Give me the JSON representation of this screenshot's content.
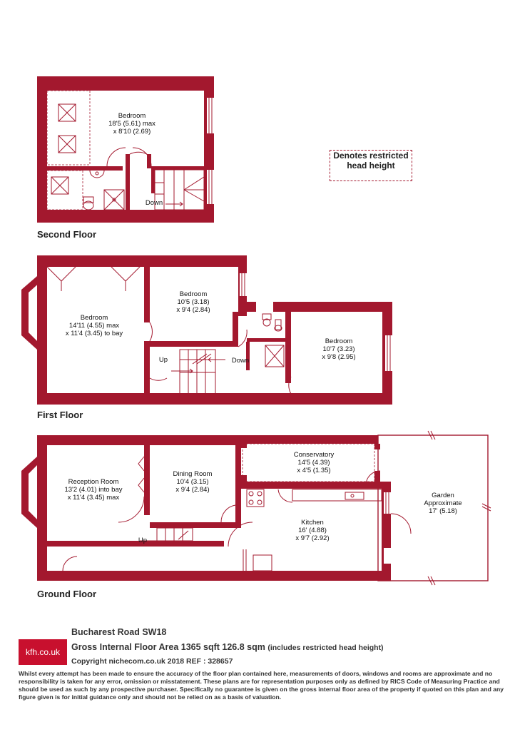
{
  "colors": {
    "wall": "#a3182e",
    "brand": "#c8102e",
    "fixture": "#a3182e"
  },
  "legend": {
    "line1": "Denotes restricted",
    "line2": "head height"
  },
  "floors": {
    "second": {
      "title": "Second Floor"
    },
    "first": {
      "title": "First Floor"
    },
    "ground": {
      "title": "Ground Floor"
    }
  },
  "rooms": {
    "second_bedroom": {
      "name": "Bedroom",
      "dim1": "18'5 (5.61) max",
      "dim2": "x 8'10 (2.69)"
    },
    "first_bedroom_front": {
      "name": "Bedroom",
      "dim1": "14'11 (4.55) max",
      "dim2": "x 11'4 (3.45) to bay"
    },
    "first_bedroom_middle": {
      "name": "Bedroom",
      "dim1": "10'5 (3.18)",
      "dim2": "x 9'4 (2.84)"
    },
    "first_bedroom_rear": {
      "name": "Bedroom",
      "dim1": "10'7 (3.23)",
      "dim2": "x 9'8 (2.95)"
    },
    "reception": {
      "name": "Reception Room",
      "dim1": "13'2 (4.01) into bay",
      "dim2": "x 11'4 (3.45) max"
    },
    "dining": {
      "name": "Dining Room",
      "dim1": "10'4 (3.15)",
      "dim2": "x 9'4 (2.84)"
    },
    "conservatory": {
      "name": "Conservatory",
      "dim1": "14'5 (4.39)",
      "dim2": "x 4'5 (1.35)"
    },
    "kitchen": {
      "name": "Kitchen",
      "dim1": "16' (4.88)",
      "dim2": "x 9'7 (2.92)"
    },
    "garden": {
      "name": "Garden",
      "dim1": "Approximate",
      "dim2": "17' (5.18)"
    }
  },
  "stairs": {
    "second_down": "Down",
    "first_up": "Up",
    "first_down": "Down",
    "ground_up": "Up"
  },
  "footer": {
    "logo": "kfh.co.uk",
    "address": "Bucharest Road SW18",
    "area": "Gross Internal Floor Area 1365 sqft 126.8 sqm",
    "area_note": "(includes restricted head height)",
    "copyright": "Copyright nichecom.co.uk 2018 REF : 328657",
    "disclaimer": "Whilst every attempt has been made to ensure the accuracy of the floor plan contained here, measurements of doors, windows and rooms are approximate and no responsibility is taken for any error, omission or misstatement.  These plans are for representation purposes only as defined by RICS Code of Measuring Practice and should be used as such by any prospective purchaser.  Specifically no guarantee is given on the gross internal floor area of the property if quoted on this plan and any figure given is for initial guidance only and should not be relied on as a basis of valuation."
  }
}
